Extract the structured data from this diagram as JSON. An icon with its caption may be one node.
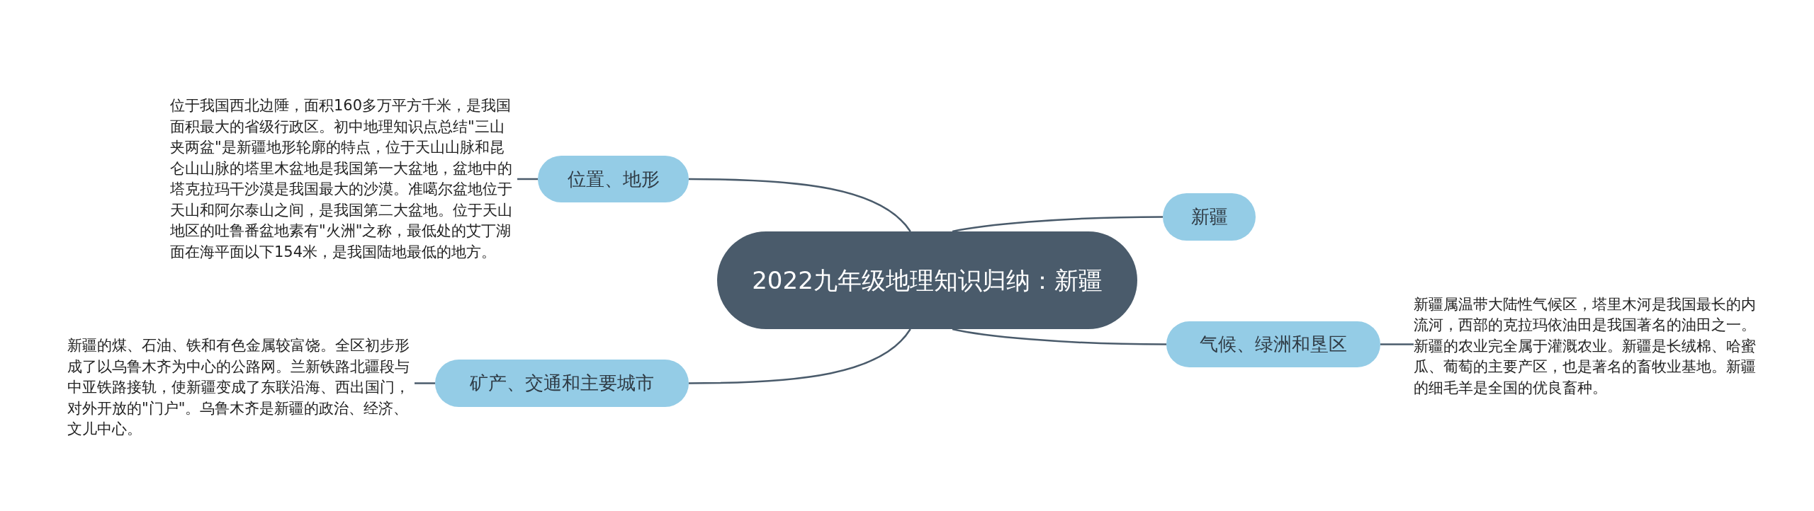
{
  "diagram": {
    "nodes": [
      {
        "text": [
          "2022九年级地理知识归纳：新疆"
        ]
      },
      {
        "text": [
          "位置、地形"
        ]
      },
      {
        "text": [
          "位于我国西北边陲，面积160多万平方千米，是我国面积最大的省级行政区。初中地理知识点总结\"三山夹两盆\"是新疆地形轮廓的特点，位于天山山脉和昆仑山山脉的塔里木盆地是我国第一大盆地，盆地中的塔克拉玛干沙漠是我国最大的沙漠。准噶尔盆地位于天山和阿尔泰山之间，是我国第二大盆地。位于天山地区的吐鲁番盆地素有\"火洲\"之称，最低处的艾丁湖面在海平面以下154米，是我国陆地最低的地方。"
        ]
      },
      {
        "text": [
          "新疆"
        ]
      },
      {
        "text": [
          "气候、绿洲和垦区"
        ]
      },
      {
        "text": [
          "新疆属温带大陆性气候区，塔里木河是我国最长的内流河，西部的克拉玛依油田是我国著名的油田之一。新疆的农业完全属于灌溉农业。新疆是长绒棉、哈蜜瓜、葡萄的主要产区，也是著名的畜牧业基地。新疆的细毛羊是全国的优良畜种。"
        ]
      },
      {
        "text": [
          "矿产、交通和主要城市"
        ]
      },
      {
        "text": [
          "新疆的煤、石油、铁和有色金属较富饶。全区初步形成了以乌鲁木齐为中心的公路网。兰新铁路北疆段与中亚铁路接轨，使新疆变成了东联沿海、西出国门，对外开放的\"门户\"。乌鲁木齐是新疆的政治、经济、文儿中心。"
        ]
      }
    ],
    "edges": [
      {
        "from": 0,
        "to": 1,
        "arrow": "none"
      },
      {
        "from": 1,
        "to": 2,
        "arrow": "none"
      },
      {
        "from": 0,
        "to": 3,
        "arrow": "none"
      },
      {
        "from": 0,
        "to": 4,
        "arrow": "none"
      },
      {
        "from": 4,
        "to": 5,
        "arrow": "none"
      },
      {
        "from": 0,
        "to": 6,
        "arrow": "none"
      },
      {
        "from": 6,
        "to": 7,
        "arrow": "none"
      }
    ]
  }
}
